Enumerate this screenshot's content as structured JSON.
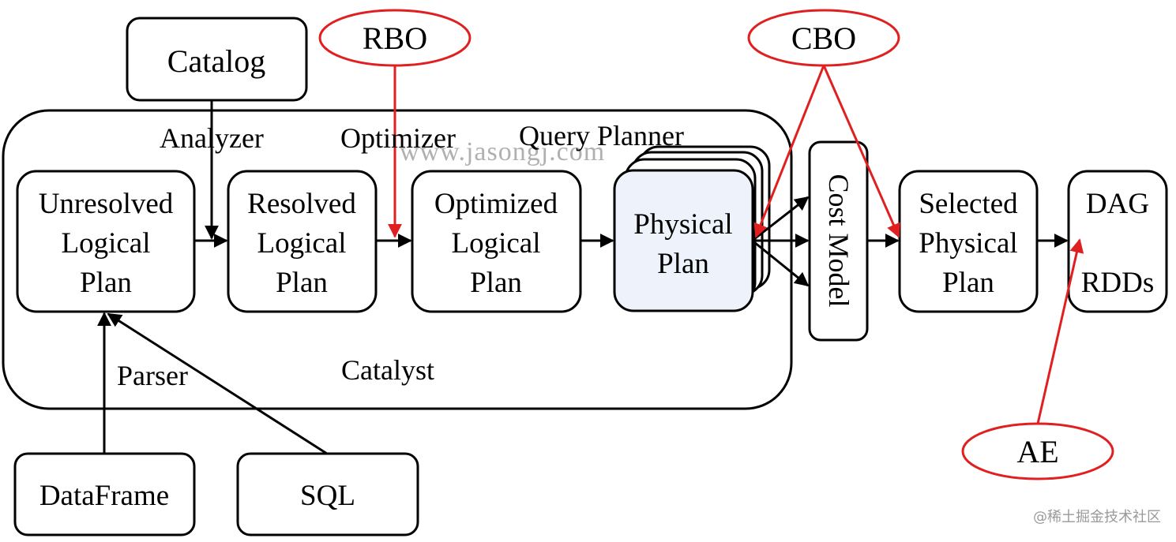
{
  "nodes": {
    "catalog": "Catalog",
    "unresolved": [
      "Unresolved",
      "Logical",
      "Plan"
    ],
    "resolved": [
      "Resolved",
      "Logical",
      "Plan"
    ],
    "optimized": [
      "Optimized",
      "Logical",
      "Plan"
    ],
    "physical": [
      "Physical",
      "Plan"
    ],
    "cost_model": "Cost Model",
    "selected": [
      "Selected",
      "Physical",
      "Plan"
    ],
    "dag": "DAG",
    "rdds": "RDDs",
    "dataframe": "DataFrame",
    "sql": "SQL"
  },
  "labels": {
    "analyzer": "Analyzer",
    "optimizer": "Optimizer",
    "query_planner": "Query Planner",
    "parser": "Parser",
    "catalyst": "Catalyst"
  },
  "annotations": {
    "rbo": "RBO",
    "cbo": "CBO",
    "ae": "AE"
  },
  "watermark": "www.jasongj.com",
  "credit": "@稀土掘金技术社区",
  "colors": {
    "annotation": "#e02020",
    "physical_fill": "#eef3fb",
    "line": "#000000"
  }
}
